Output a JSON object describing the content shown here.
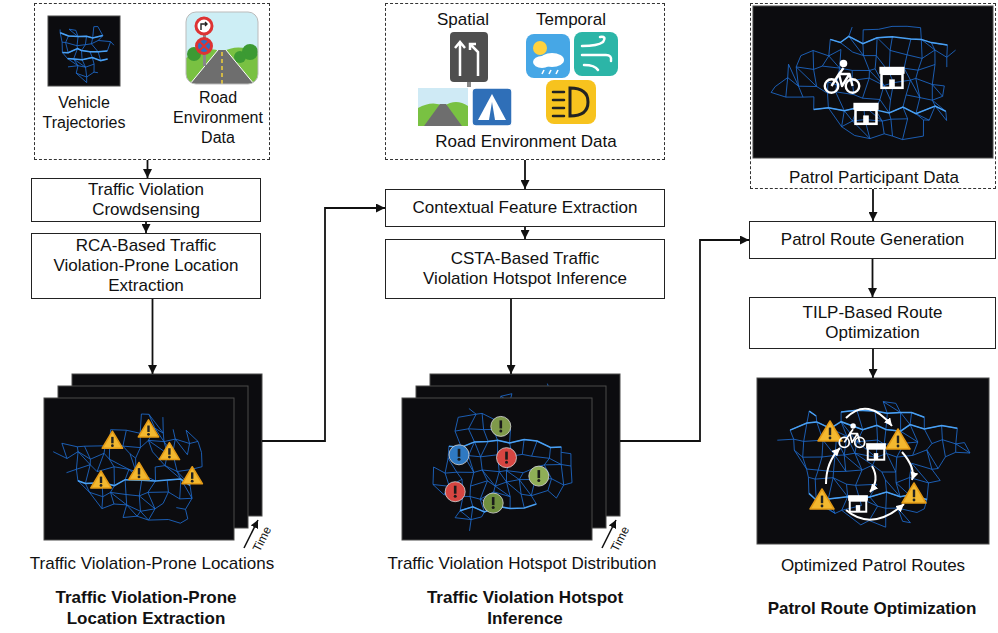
{
  "diagram": {
    "nodes": [
      {
        "text": [
          "Vehicle Trajectories",
          "Road Environment Data"
        ]
      },
      {
        "text": [
          "Traffic Violation Crowdsensing"
        ]
      },
      {
        "text": [
          "RCA-Based Traffic Violation-Prone Location Extraction"
        ]
      },
      {
        "text": [
          "Traffic Violation-Prone Locations"
        ]
      },
      {
        "text": [
          "Spatial",
          "Temporal",
          "Road Environment Data"
        ]
      },
      {
        "text": [
          "Contextual Feature Extraction"
        ]
      },
      {
        "text": [
          "CSTA-Based Traffic Violation Hotspot Inference"
        ]
      },
      {
        "text": [
          "Traffic Violation Hotspot Distribution"
        ]
      },
      {
        "text": [
          "Patrol Participant Data"
        ]
      },
      {
        "text": [
          "Patrol Route Generation"
        ]
      },
      {
        "text": [
          "TILP-Based Route Optimization"
        ]
      },
      {
        "text": [
          "Optimized Patrol Routes"
        ]
      }
    ],
    "edges": [
      {
        "from": 0,
        "to": 1,
        "arrow": "to"
      },
      {
        "from": 1,
        "to": 2,
        "arrow": "to"
      },
      {
        "from": 2,
        "to": 3,
        "arrow": "to"
      },
      {
        "from": 3,
        "to": 5,
        "arrow": "to"
      },
      {
        "from": 4,
        "to": 5,
        "arrow": "to"
      },
      {
        "from": 5,
        "to": 6,
        "arrow": "to"
      },
      {
        "from": 6,
        "to": 7,
        "arrow": "to"
      },
      {
        "from": 7,
        "to": 9,
        "arrow": "to"
      },
      {
        "from": 8,
        "to": 9,
        "arrow": "to"
      },
      {
        "from": 9,
        "to": 10,
        "arrow": "to"
      },
      {
        "from": 10,
        "to": 11,
        "arrow": "to"
      }
    ],
    "labels": [
      "Time",
      "Time",
      "Traffic Violation-Prone Location Extraction",
      "Traffic Violation Hotspot Inference",
      "Patrol Route Optimization"
    ]
  }
}
